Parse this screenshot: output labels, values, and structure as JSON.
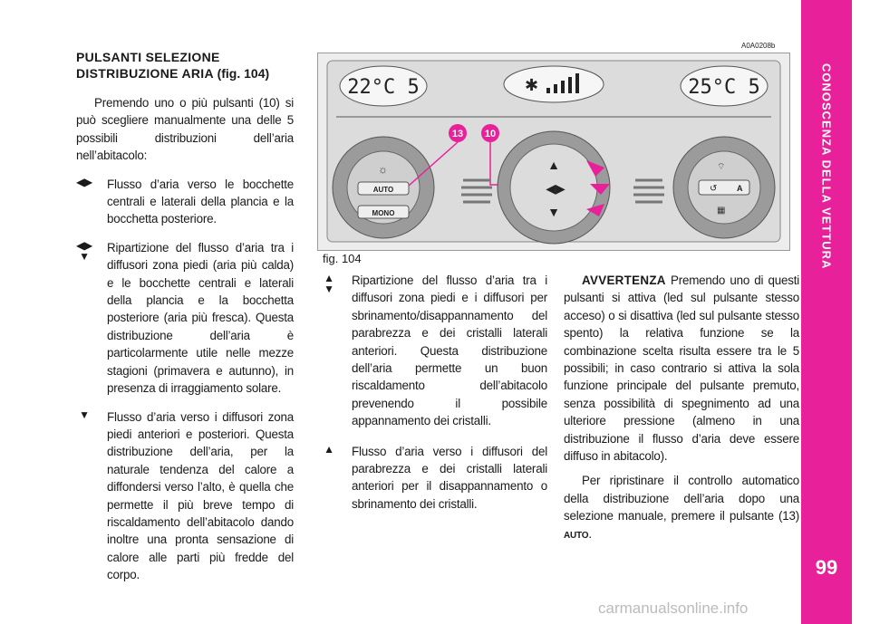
{
  "heading": {
    "line1": "PULSANTI SELEZIONE",
    "line2": "DISTRIBUZIONE ARIA",
    "ref": "(fig. 104)"
  },
  "intro": "Premendo uno o più pulsanti (10) si può scegliere manualmente una delle 5 possibili distribuzioni dell’aria nell’abitacolo:",
  "items": [
    {
      "icon": "↔ arrows",
      "text": "Flusso d’aria verso le bocchette centrali e laterali della plancia e la bocchetta posteriore."
    },
    {
      "icon": "↔↓",
      "text": "Ripartizione del flusso d’aria tra i diffusori zona piedi (aria più calda) e le bocchette centrali e laterali della plancia e la bocchetta posteriore (aria più fresca). Questa distribuzione dell’aria è particolarmente utile nelle mezze stagioni (primavera e autunno), in presenza di irraggiamento solare."
    },
    {
      "icon": "↓",
      "text": "Flusso d’aria verso i diffusori zona piedi anteriori e posteriori. Questa distribuzione dell’aria, per la naturale tendenza del calore a diffondersi verso l’alto, è quella che permette il più breve tempo di riscaldamento dell’abitacolo dando inoltre una pronta sensazione di calore alle parti più fredde del corpo."
    },
    {
      "icon": "↑↓",
      "text": "Ripartizione del flusso d’aria tra i diffusori zona piedi e i diffusori per sbrinamento/disappannamento del parabrezza e dei cristalli laterali anteriori. Questa distribuzione dell’aria permette un buon riscaldamento dell’abitacolo prevenendo il possibile appannamento dei cristalli."
    },
    {
      "icon": "↑",
      "text": "Flusso d’aria verso i diffusori del parabrezza e dei cristalli laterali anteriori per il disappannamento o sbrinamento dei cristalli."
    }
  ],
  "warning": {
    "label": "AVVERTENZA",
    "text": "Premendo uno di questi pulsanti si attiva (led sul pulsante stesso acceso) o si disattiva (led sul pulsante stesso spento) la relativa funzione se la combinazione scelta risulta essere tra le 5 possibili; in caso contrario si attiva la sola funzione principale del pulsante premuto, senza possibilità di spegnimento ad una ulteriore pressione (almeno in una distribuzione il flusso d’aria deve essere diffuso in abitacolo)."
  },
  "restore": {
    "text": "Per ripristinare il controllo automatico della distribuzione dell’aria dopo una selezione manuale, premere il pulsante (13)",
    "auto": "AUTO",
    "end": "."
  },
  "figure": {
    "code": "A0A0208b",
    "caption": "fig. 104",
    "display_left": "22°C 5",
    "display_right": "25°C 5",
    "callout_13": "13",
    "callout_10": "10",
    "btn_auto": "AUTO",
    "btn_mono": "MONO",
    "btn_a": "A"
  },
  "sidebar": {
    "title": "CONOSCENZA DELLA VETTURA",
    "page": "99"
  },
  "footer": "carmanualsonline.info",
  "colors": {
    "accent": "#e8209a"
  }
}
